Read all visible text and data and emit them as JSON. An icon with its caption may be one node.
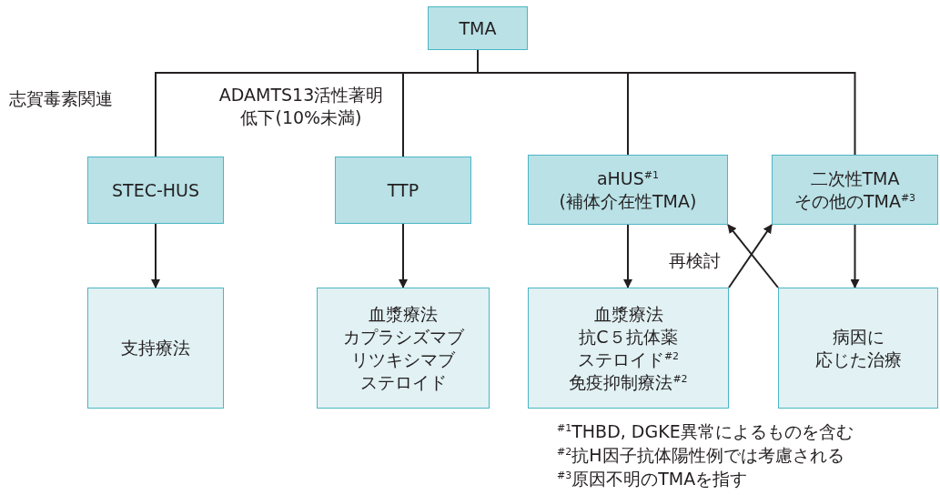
{
  "diagram": {
    "nodes": [
      {
        "text": [
          "TMA"
        ]
      },
      {
        "text": [
          "STEC-HUS"
        ]
      },
      {
        "text": [
          "TTP"
        ]
      },
      {
        "text": [
          "aHUS$^{#1}$ (補体介在性TMA)"
        ]
      },
      {
        "text": [
          "二次性TMA その他のTMA$^{#3}$"
        ]
      },
      {
        "text": [
          "支持療法"
        ]
      },
      {
        "text": [
          "血漿療法",
          "カプラシズマブ",
          "リツキシマブ",
          "ステロイド"
        ]
      },
      {
        "text": [
          "血漿療法",
          "抗C５抗体薬",
          "ステロイド$^{#2}$",
          "免疫抑制療法$^{#2}$"
        ]
      },
      {
        "text": [
          "病因に応じた治療"
        ]
      }
    ],
    "edges": [
      {
        "from": 0,
        "to": 1,
        "arrow": "none"
      },
      {
        "from": 0,
        "to": 2,
        "arrow": "none"
      },
      {
        "from": 0,
        "to": 3,
        "arrow": "none"
      },
      {
        "from": 0,
        "to": 4,
        "arrow": "none"
      },
      {
        "from": 1,
        "to": 5,
        "arrow": "to"
      },
      {
        "from": 2,
        "to": 6,
        "arrow": "to"
      },
      {
        "from": 3,
        "to": 7,
        "arrow": "to"
      },
      {
        "from": 4,
        "to": 8,
        "arrow": "to"
      },
      {
        "from": 8,
        "to": 3,
        "arrow": "to"
      },
      {
        "from": 7,
        "to": 4,
        "arrow": "to"
      }
    ],
    "labels": [
      "志賀毒素関連",
      "ADAMTS13活性著明低下(10%未満)",
      "再検討",
      "$^{#1}$THBD, DGKE異常によるものを含む",
      "$^{#2}$抗H因子抗体陽性例では考慮される",
      "$^{#3}$原因不明のTMAを指す"
    ]
  }
}
